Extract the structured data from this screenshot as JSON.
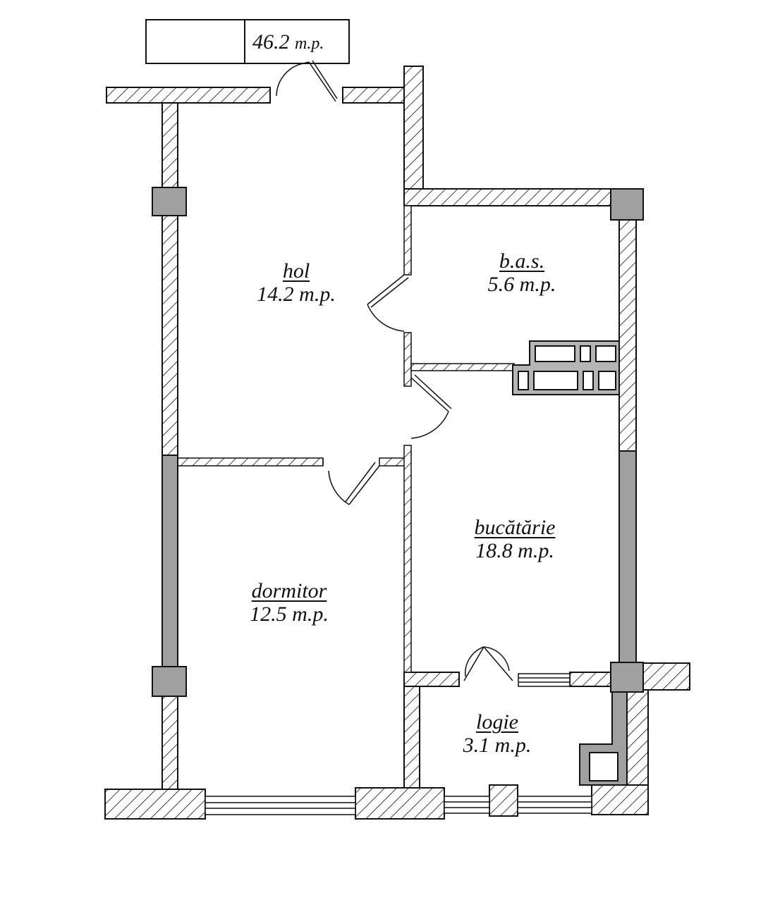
{
  "plan": {
    "total_area": {
      "value": "46.2",
      "unit": "m.p.",
      "left_cell": ""
    },
    "rooms": [
      {
        "id": "hol",
        "name": "hol",
        "area": "14.2",
        "unit": "m.p."
      },
      {
        "id": "bas",
        "name": "b.a.s.",
        "area": "5.6",
        "unit": "m.p."
      },
      {
        "id": "bucatarie",
        "name": "bucătărie",
        "area": "18.8",
        "unit": "m.p."
      },
      {
        "id": "dormitor",
        "name": "dormitor",
        "area": "12.5",
        "unit": "m.p."
      },
      {
        "id": "logie",
        "name": "logie",
        "area": "3.1",
        "unit": "m.p."
      }
    ],
    "colors": {
      "wall_hatch": "#111111",
      "column_fill": "#a0a0a0",
      "glass_wall_fill": "#a0a0a0",
      "background": "#ffffff"
    }
  }
}
